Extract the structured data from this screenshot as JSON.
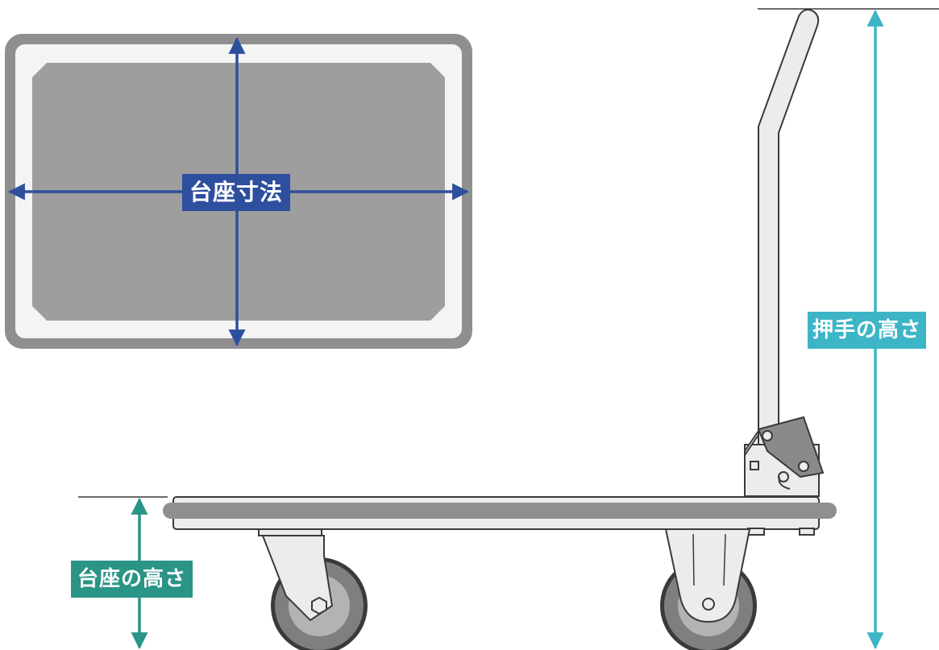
{
  "labels": {
    "deck_dimensions": "台座寸法",
    "handle_height": "押手の高さ",
    "deck_height": "台座の高さ"
  },
  "colors": {
    "deck_dimensions": "#2e4f9e",
    "handle_height": "#3db5c7",
    "deck_height": "#2a9486",
    "deck_frame": "#8f8f8f",
    "deck_surface": "#9e9e9e",
    "deck_border": "#f4f4f4",
    "outline": "#3a3a3a",
    "part_fill": "#ececec",
    "bracket_fill": "#8a8a8a",
    "tire_fill": "#7f7f7f",
    "hub_fill": "#b3b3b3"
  }
}
